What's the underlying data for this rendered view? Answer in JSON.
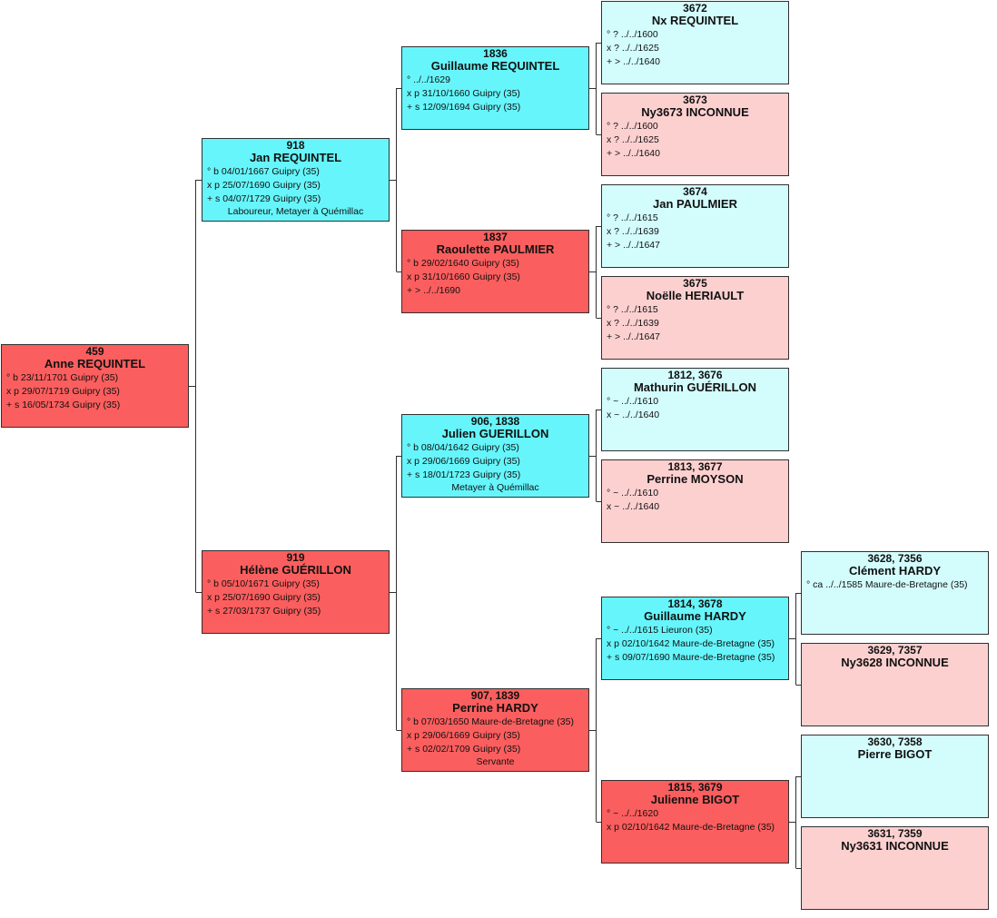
{
  "tree": {
    "persons": [
      {
        "id": "p459",
        "sosa": "459",
        "name": "Anne REQUINTEL",
        "sex": "female",
        "style": "strong",
        "events": [
          "° b 23/11/1701 Guipry (35)",
          "x p 29/07/1719 Guipry (35)",
          "+ s 16/05/1734 Guipry (35)"
        ],
        "occupation": ""
      },
      {
        "id": "p918",
        "sosa": "918",
        "name": "Jan REQUINTEL",
        "sex": "male",
        "style": "strong",
        "events": [
          "° b 04/01/1667 Guipry (35)",
          "x p 25/07/1690 Guipry (35)",
          "+ s 04/07/1729 Guipry (35)"
        ],
        "occupation": "Laboureur, Metayer à Quémillac"
      },
      {
        "id": "p919",
        "sosa": "919",
        "name": "Hélène GUÉRILLON",
        "sex": "female",
        "style": "strong",
        "events": [
          "° b 05/10/1671 Guipry (35)",
          "x p 25/07/1690 Guipry (35)",
          "+ s 27/03/1737 Guipry (35)"
        ],
        "occupation": ""
      },
      {
        "id": "p1836",
        "sosa": "1836",
        "name": "Guillaume REQUINTEL",
        "sex": "male",
        "style": "strong",
        "events": [
          "° ../../1629",
          "x p 31/10/1660 Guipry (35)",
          "+ s 12/09/1694 Guipry (35)"
        ],
        "occupation": ""
      },
      {
        "id": "p1837",
        "sosa": "1837",
        "name": "Raoulette PAULMIER",
        "sex": "female",
        "style": "strong",
        "events": [
          "° b 29/02/1640 Guipry (35)",
          "x p 31/10/1660 Guipry (35)",
          "+ > ../../1690"
        ],
        "occupation": ""
      },
      {
        "id": "p1838",
        "sosa": "906, 1838",
        "name": "Julien GUERILLON",
        "sex": "male",
        "style": "strong",
        "events": [
          "° b 08/04/1642 Guipry (35)",
          "x p 29/06/1669 Guipry (35)",
          "+ s 18/01/1723 Guipry (35)"
        ],
        "occupation": "Metayer à Quémillac"
      },
      {
        "id": "p1839",
        "sosa": "907, 1839",
        "name": "Perrine HARDY",
        "sex": "female",
        "style": "strong",
        "events": [
          "° b 07/03/1650 Maure-de-Bretagne (35)",
          "x p 29/06/1669 Guipry (35)",
          "+ s 02/02/1709 Guipry (35)"
        ],
        "occupation": "Servante"
      },
      {
        "id": "p3672",
        "sosa": "3672",
        "name": "Nx REQUINTEL",
        "sex": "male",
        "style": "light",
        "events": [
          "° ? ../../1600",
          "x ? ../../1625",
          "+ > ../../1640"
        ],
        "occupation": ""
      },
      {
        "id": "p3673",
        "sosa": "3673",
        "name": "Ny3673 INCONNUE",
        "sex": "female",
        "style": "light",
        "events": [
          "° ? ../../1600",
          "x ? ../../1625",
          "+ > ../../1640"
        ],
        "occupation": ""
      },
      {
        "id": "p3674",
        "sosa": "3674",
        "name": "Jan PAULMIER",
        "sex": "male",
        "style": "light",
        "events": [
          "° ? ../../1615",
          "x ? ../../1639",
          "+ > ../../1647"
        ],
        "occupation": ""
      },
      {
        "id": "p3675",
        "sosa": "3675",
        "name": "Noëlle HERIAULT",
        "sex": "female",
        "style": "light",
        "events": [
          "° ? ../../1615",
          "x ? ../../1639",
          "+ > ../../1647"
        ],
        "occupation": ""
      },
      {
        "id": "p3676",
        "sosa": "1812, 3676",
        "name": "Mathurin GUÉRILLON",
        "sex": "male",
        "style": "light",
        "events": [
          "° ~ ../../1610",
          "x ~ ../../1640"
        ],
        "occupation": ""
      },
      {
        "id": "p3677",
        "sosa": "1813, 3677",
        "name": "Perrine MOYSON",
        "sex": "female",
        "style": "light",
        "events": [
          "° ~ ../../1610",
          "x ~ ../../1640"
        ],
        "occupation": ""
      },
      {
        "id": "p3678",
        "sosa": "1814, 3678",
        "name": "Guillaume HARDY",
        "sex": "male",
        "style": "strong",
        "events": [
          "° ~ ../../1615 Lieuron (35)",
          "x p 02/10/1642 Maure-de-Bretagne (35)",
          "+ s 09/07/1690 Maure-de-Bretagne (35)"
        ],
        "occupation": ""
      },
      {
        "id": "p3679",
        "sosa": "1815, 3679",
        "name": "Julienne BIGOT",
        "sex": "female",
        "style": "strong",
        "events": [
          "° ~ ../../1620",
          "x p 02/10/1642 Maure-de-Bretagne (35)"
        ],
        "occupation": ""
      },
      {
        "id": "p7356",
        "sosa": "3628, 7356",
        "name": "Clément HARDY",
        "sex": "male",
        "style": "light",
        "events": [
          "° ca ../../1585 Maure-de-Bretagne (35)"
        ],
        "occupation": ""
      },
      {
        "id": "p7357",
        "sosa": "3629, 7357",
        "name": "Ny3628 INCONNUE",
        "sex": "female",
        "style": "light",
        "events": [],
        "occupation": ""
      },
      {
        "id": "p7358",
        "sosa": "3630, 7358",
        "name": "Pierre BIGOT",
        "sex": "male",
        "style": "light",
        "events": [],
        "occupation": ""
      },
      {
        "id": "p7359",
        "sosa": "3631, 7359",
        "name": "Ny3631 INCONNUE",
        "sex": "female",
        "style": "light",
        "events": [],
        "occupation": ""
      }
    ],
    "links": [
      {
        "child": "p459",
        "father": "p918",
        "mother": "p919"
      },
      {
        "child": "p918",
        "father": "p1836",
        "mother": "p1837"
      },
      {
        "child": "p919",
        "father": "p1838",
        "mother": "p1839"
      },
      {
        "child": "p1836",
        "father": "p3672",
        "mother": "p3673"
      },
      {
        "child": "p1837",
        "father": "p3674",
        "mother": "p3675"
      },
      {
        "child": "p1838",
        "father": "p3676",
        "mother": "p3677"
      },
      {
        "child": "p1839",
        "father": "p3678",
        "mother": "p3679"
      },
      {
        "child": "p3678",
        "father": "p7356",
        "mother": "p7357"
      },
      {
        "child": "p3679",
        "father": "p7358",
        "mother": "p7359"
      }
    ],
    "colors": {
      "male_strong": "#66f5fa",
      "female_strong": "#fb5e5e",
      "male_light": "#d3fcfc",
      "female_light": "#fdd0d0",
      "border": "#303030",
      "line": "#303030"
    }
  }
}
